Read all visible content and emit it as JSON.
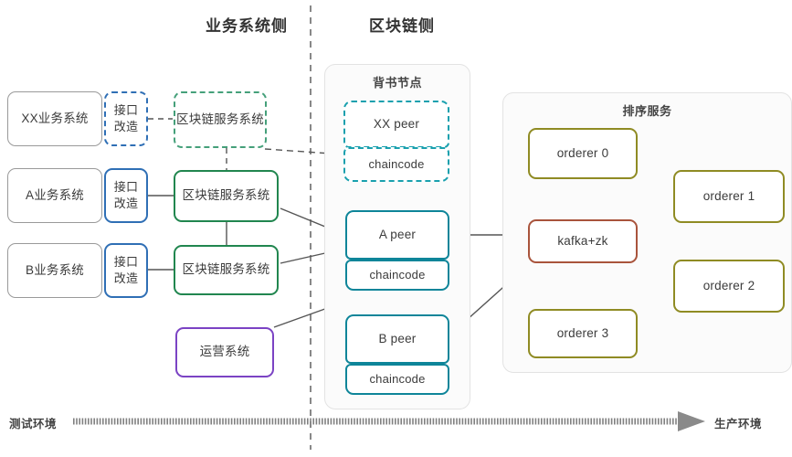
{
  "headers": {
    "business_side": "业务系统侧",
    "blockchain_side": "区块链侧"
  },
  "business": {
    "systems": [
      {
        "label": "XX业务系统",
        "adapter": "接口\n改造"
      },
      {
        "label": "A业务系统",
        "adapter": "接口\n改造"
      },
      {
        "label": "B业务系统",
        "adapter": "接口\n改造"
      }
    ],
    "adapter_line1": "接口",
    "adapter_line2": "改造",
    "chain_services": [
      {
        "label": "区块链服务系统",
        "state": "planned"
      },
      {
        "label": "区块链服务系统",
        "state": "deployed"
      },
      {
        "label": "区块链服务系统",
        "state": "deployed"
      }
    ],
    "ops_system": "运营系统"
  },
  "blockchain": {
    "endorsing_group_title": "背书节点",
    "peers": [
      {
        "name": "XX peer",
        "chaincode": "chaincode",
        "state": "planned"
      },
      {
        "name": "A peer",
        "chaincode": "chaincode",
        "state": "deployed"
      },
      {
        "name": "B peer",
        "chaincode": "chaincode",
        "state": "deployed"
      }
    ],
    "ordering_group_title": "排序服务",
    "kafka": "kafka+zk",
    "orderers": [
      "orderer 0",
      "orderer 1",
      "orderer 2",
      "orderer 3"
    ]
  },
  "axis": {
    "left_label": "测试环境",
    "right_label": "生产环境"
  },
  "colors": {
    "gray": "#9a9a9a",
    "blue": "#2f6fb5",
    "green": "#21864f",
    "green_dash": "#45a07a",
    "purple": "#7b43c4",
    "teal": "#0e8599",
    "teal_dash": "#19a0ae",
    "olive": "#8f8b23",
    "rust": "#a9543c",
    "line": "#555555"
  }
}
